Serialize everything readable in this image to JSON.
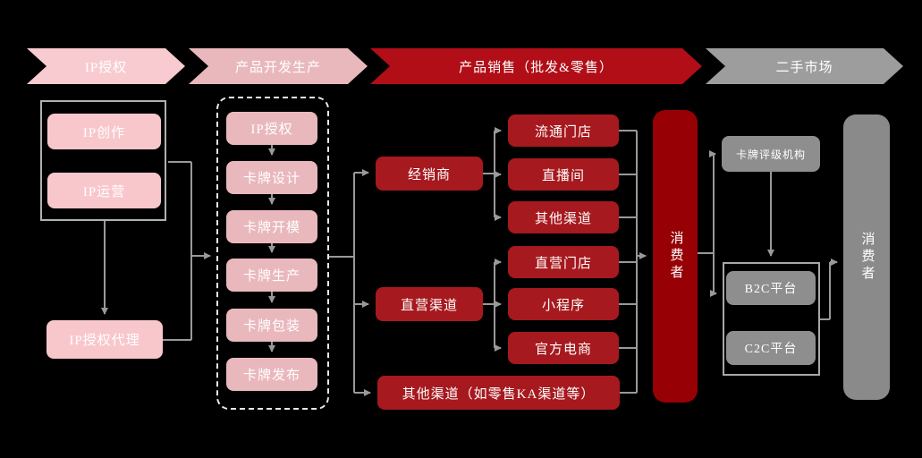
{
  "banners": [
    {
      "label": "IP授权"
    },
    {
      "label": "产品开发生产"
    },
    {
      "label": "产品销售（批发&零售）"
    },
    {
      "label": "二手市场"
    }
  ],
  "ip_licensing": {
    "creation": "IP创作",
    "operation": "IP运营",
    "agent": "IP授权代理"
  },
  "production_steps": [
    "IP授权",
    "卡牌设计",
    "卡牌开模",
    "卡牌生产",
    "卡牌包装",
    "卡牌发布"
  ],
  "sales": {
    "distributor": "经销商",
    "distributor_channels": [
      "流通门店",
      "直播间",
      "其他渠道"
    ],
    "direct": "直营渠道",
    "direct_channels": [
      "直营门店",
      "小程序",
      "官方电商"
    ],
    "other_channel": "其他渠道（如零售KA渠道等）",
    "consumer": "消费者"
  },
  "secondhand": {
    "rating_agency": "卡牌评级机构",
    "b2c_platform": "B2C平台",
    "c2c_platform": "C2C平台",
    "consumer": "消费者"
  },
  "colors": {
    "banner_pink_light": "#f8cbd0",
    "banner_pink": "#e9b8bd",
    "banner_red": "#b10e17",
    "banner_gray": "#9d9d9d",
    "box_pink": "#f8c7cc",
    "box_rose": "#e9b8bd",
    "box_red": "#a6191e",
    "consumer_red": "#970005",
    "box_gray": "#8e8e8e",
    "consumer_gray": "#8a8a8a",
    "line_gray": "#999999",
    "background": "#000000"
  }
}
